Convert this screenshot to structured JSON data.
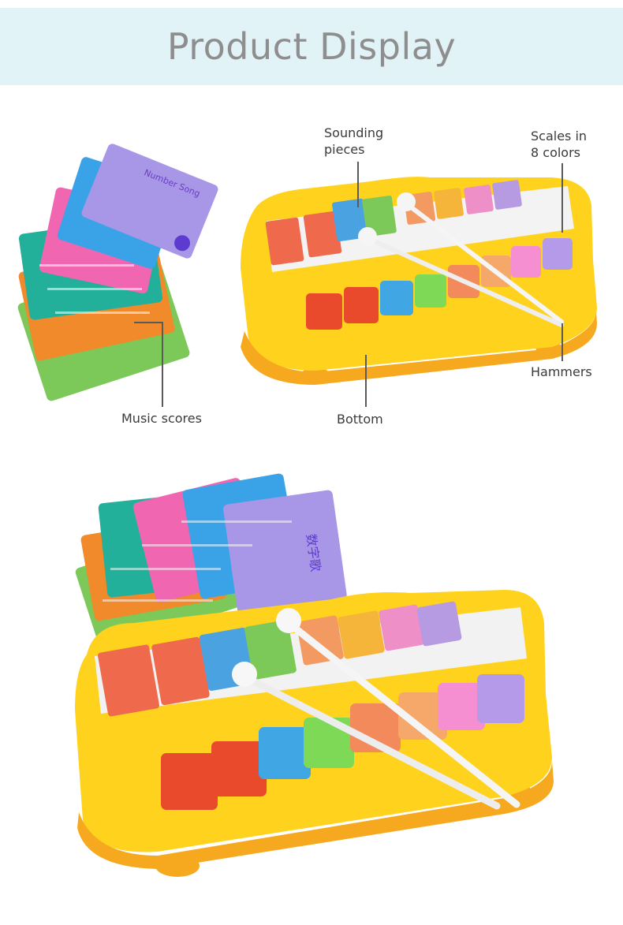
{
  "header": {
    "title": "Product Display"
  },
  "labels": {
    "sounding_line1": "Sounding",
    "sounding_line2": "pieces",
    "scales_line1": "Scales in",
    "scales_line2": "8 colors",
    "music_scores": "Music scores",
    "bottom": "Bottom",
    "hammers": "Hammers"
  },
  "card_texts": {
    "number_song": "Number Song",
    "chinese_title": "数字歌"
  },
  "colors": {
    "banner_bg": "#e1f3f7",
    "title": "#8e8e8e",
    "body_yellow": "#ffd21e",
    "body_orange": "#f6a91e",
    "bar_red": "#ef6a4c",
    "bar_blue": "#4aa3e0",
    "bar_green": "#7cc95a",
    "bar_orange": "#f39a62",
    "bar_yellow": "#f5b53a",
    "bar_pink": "#ee8fc8",
    "bar_purple": "#b79be2",
    "key_red": "#e94a2c",
    "key_blue": "#41a7e4",
    "key_green": "#7ed957",
    "key_orange": "#f28a5c",
    "key_pink": "#f58fd2",
    "key_purple": "#b49ae8"
  }
}
